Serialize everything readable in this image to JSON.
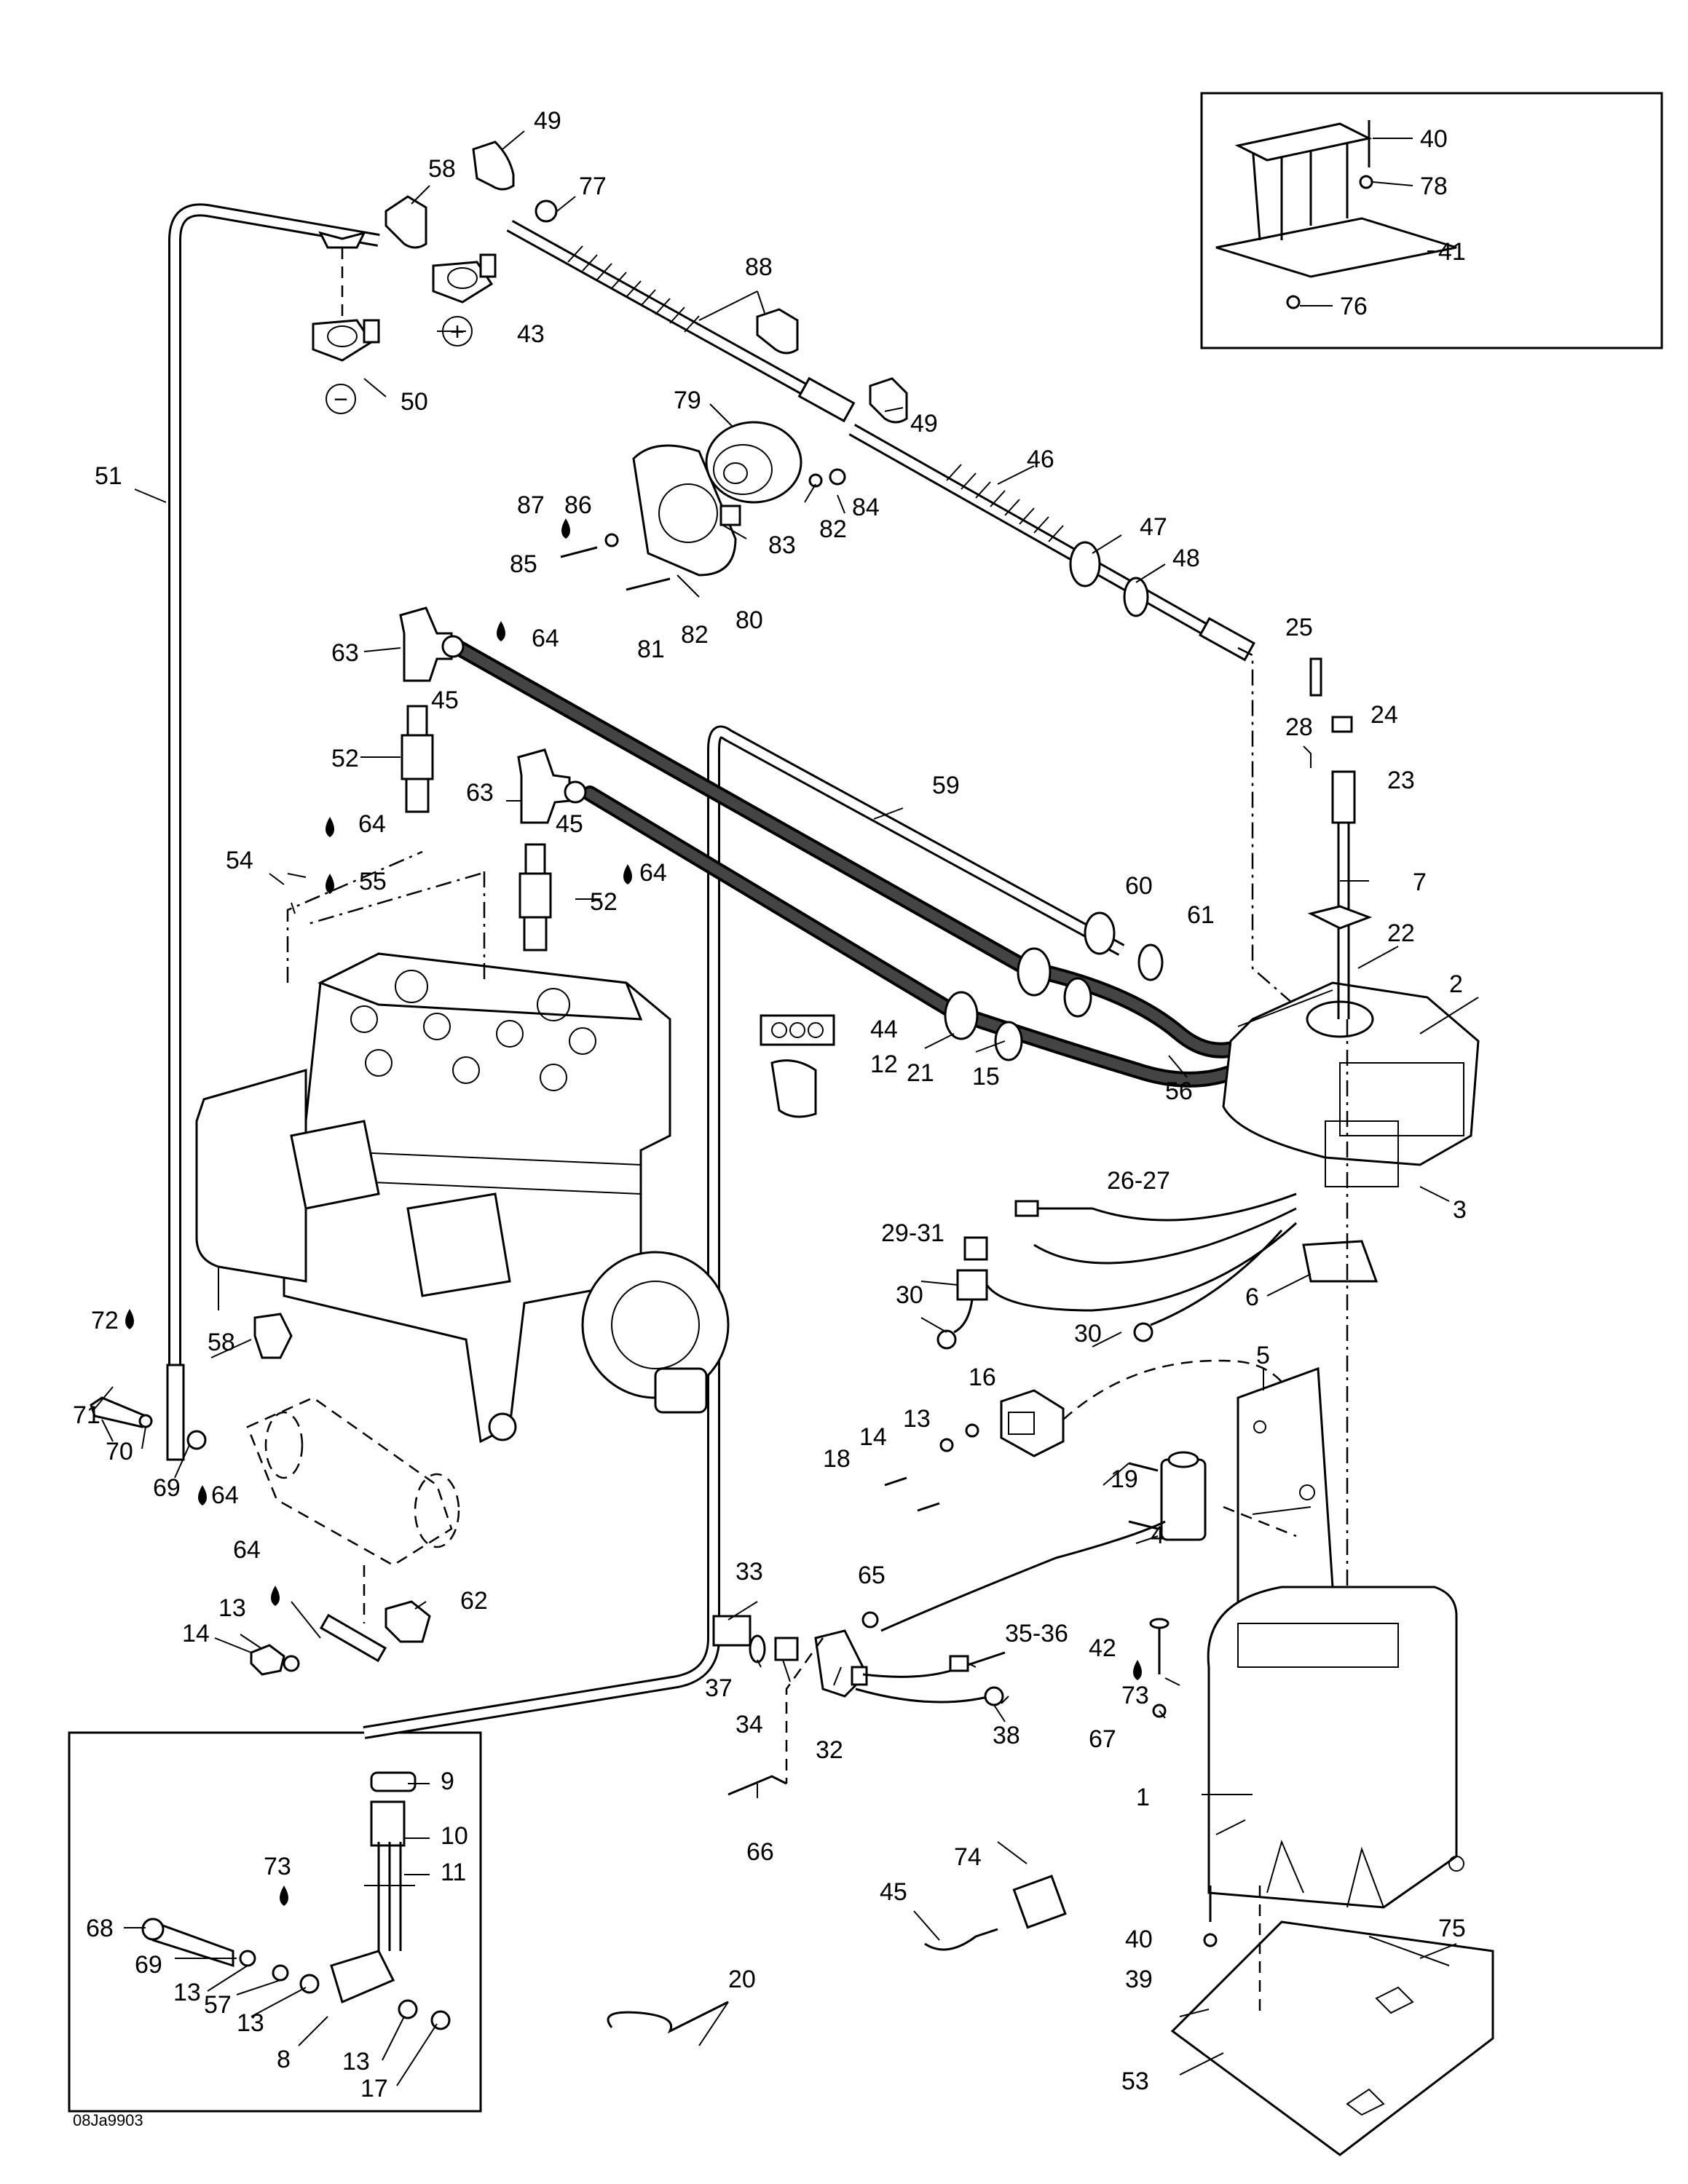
{
  "diagram": {
    "reference_code": "08Ja9903",
    "callouts": [
      {
        "id": "c49a",
        "text": "49"
      },
      {
        "id": "c58a",
        "text": "58"
      },
      {
        "id": "c77",
        "text": "77"
      },
      {
        "id": "c88",
        "text": "88"
      },
      {
        "id": "c43",
        "text": "43"
      },
      {
        "id": "c50",
        "text": "50"
      },
      {
        "id": "c51",
        "text": "51"
      },
      {
        "id": "c79",
        "text": "79"
      },
      {
        "id": "c49b",
        "text": "49"
      },
      {
        "id": "c46",
        "text": "46"
      },
      {
        "id": "c87",
        "text": "87"
      },
      {
        "id": "c86",
        "text": "86"
      },
      {
        "id": "c84",
        "text": "84"
      },
      {
        "id": "c82a",
        "text": "82"
      },
      {
        "id": "c85",
        "text": "85"
      },
      {
        "id": "c83",
        "text": "83"
      },
      {
        "id": "c47",
        "text": "47"
      },
      {
        "id": "c48",
        "text": "48"
      },
      {
        "id": "c81",
        "text": "81"
      },
      {
        "id": "c82b",
        "text": "82"
      },
      {
        "id": "c80",
        "text": "80"
      },
      {
        "id": "c63a",
        "text": "63"
      },
      {
        "id": "c64a",
        "text": "64"
      },
      {
        "id": "c45a",
        "text": "45"
      },
      {
        "id": "c25",
        "text": "25"
      },
      {
        "id": "c28",
        "text": "28"
      },
      {
        "id": "c24",
        "text": "24"
      },
      {
        "id": "c52a",
        "text": "52"
      },
      {
        "id": "c23",
        "text": "23"
      },
      {
        "id": "c63b",
        "text": "63"
      },
      {
        "id": "c59",
        "text": "59"
      },
      {
        "id": "c64b",
        "text": "64"
      },
      {
        "id": "c54",
        "text": "54"
      },
      {
        "id": "c45b",
        "text": "45"
      },
      {
        "id": "c64c",
        "text": "64"
      },
      {
        "id": "c7",
        "text": "7"
      },
      {
        "id": "c55",
        "text": "55"
      },
      {
        "id": "c52b",
        "text": "52"
      },
      {
        "id": "c60",
        "text": "60"
      },
      {
        "id": "c61",
        "text": "61"
      },
      {
        "id": "c22",
        "text": "22"
      },
      {
        "id": "c2",
        "text": "2"
      },
      {
        "id": "c44",
        "text": "44"
      },
      {
        "id": "c12",
        "text": "12"
      },
      {
        "id": "c21",
        "text": "21"
      },
      {
        "id": "c15",
        "text": "15"
      },
      {
        "id": "c56",
        "text": "56"
      },
      {
        "id": "c26_27",
        "text": "26-27"
      },
      {
        "id": "c3",
        "text": "3"
      },
      {
        "id": "c29_31",
        "text": "29-31"
      },
      {
        "id": "c6",
        "text": "6"
      },
      {
        "id": "c30a",
        "text": "30"
      },
      {
        "id": "c30b",
        "text": "30"
      },
      {
        "id": "c72",
        "text": "72"
      },
      {
        "id": "c58b",
        "text": "58"
      },
      {
        "id": "c5",
        "text": "5"
      },
      {
        "id": "c16",
        "text": "16"
      },
      {
        "id": "c71",
        "text": "71"
      },
      {
        "id": "c70",
        "text": "70"
      },
      {
        "id": "c13a",
        "text": "13"
      },
      {
        "id": "c14a",
        "text": "14"
      },
      {
        "id": "c18",
        "text": "18"
      },
      {
        "id": "c69a",
        "text": "69"
      },
      {
        "id": "c64d",
        "text": "64"
      },
      {
        "id": "c19",
        "text": "19"
      },
      {
        "id": "c4",
        "text": "4"
      },
      {
        "id": "c64e",
        "text": "64"
      },
      {
        "id": "c33",
        "text": "33"
      },
      {
        "id": "c65",
        "text": "65"
      },
      {
        "id": "c62",
        "text": "62"
      },
      {
        "id": "c13b",
        "text": "13"
      },
      {
        "id": "c14b",
        "text": "14"
      },
      {
        "id": "c35_36",
        "text": "35-36"
      },
      {
        "id": "c42",
        "text": "42"
      },
      {
        "id": "c37",
        "text": "37"
      },
      {
        "id": "c34",
        "text": "34"
      },
      {
        "id": "c32",
        "text": "32"
      },
      {
        "id": "c38",
        "text": "38"
      },
      {
        "id": "c73a",
        "text": "73"
      },
      {
        "id": "c67",
        "text": "67"
      },
      {
        "id": "c9",
        "text": "9"
      },
      {
        "id": "c1",
        "text": "1"
      },
      {
        "id": "c10",
        "text": "10"
      },
      {
        "id": "c66",
        "text": "66"
      },
      {
        "id": "c11",
        "text": "11"
      },
      {
        "id": "c73b",
        "text": "73"
      },
      {
        "id": "c74",
        "text": "74"
      },
      {
        "id": "c68",
        "text": "68"
      },
      {
        "id": "c45c",
        "text": "45"
      },
      {
        "id": "c40a",
        "text": "40"
      },
      {
        "id": "c75",
        "text": "75"
      },
      {
        "id": "c69b",
        "text": "69"
      },
      {
        "id": "c39",
        "text": "39"
      },
      {
        "id": "c13c",
        "text": "13"
      },
      {
        "id": "c57",
        "text": "57"
      },
      {
        "id": "c13d",
        "text": "13"
      },
      {
        "id": "c20",
        "text": "20"
      },
      {
        "id": "c8",
        "text": "8"
      },
      {
        "id": "c13e",
        "text": "13"
      },
      {
        "id": "c53",
        "text": "53"
      },
      {
        "id": "c17",
        "text": "17"
      },
      {
        "id": "c40b",
        "text": "40"
      },
      {
        "id": "c78",
        "text": "78"
      },
      {
        "id": "c41",
        "text": "41"
      },
      {
        "id": "c76",
        "text": "76"
      }
    ],
    "polarity_symbols": {
      "positive": "+",
      "negative": "−"
    }
  }
}
